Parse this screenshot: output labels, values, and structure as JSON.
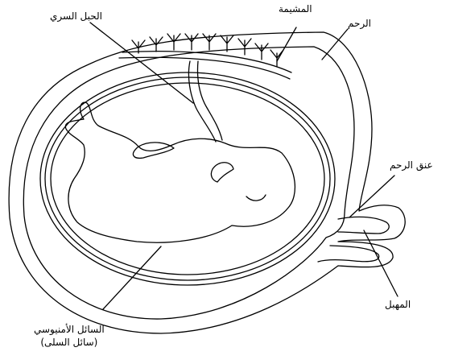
{
  "labels": {
    "umbilical_cord": "الحبل السري",
    "placenta": "المشيمة",
    "uterus": "الرحم",
    "cervix": "عنق الرحم",
    "vagina": "المهبل",
    "amniotic_fluid_line1": "السائل الأمنيوسي",
    "amniotic_fluid_line2": "(سائل السلى)"
  }
}
